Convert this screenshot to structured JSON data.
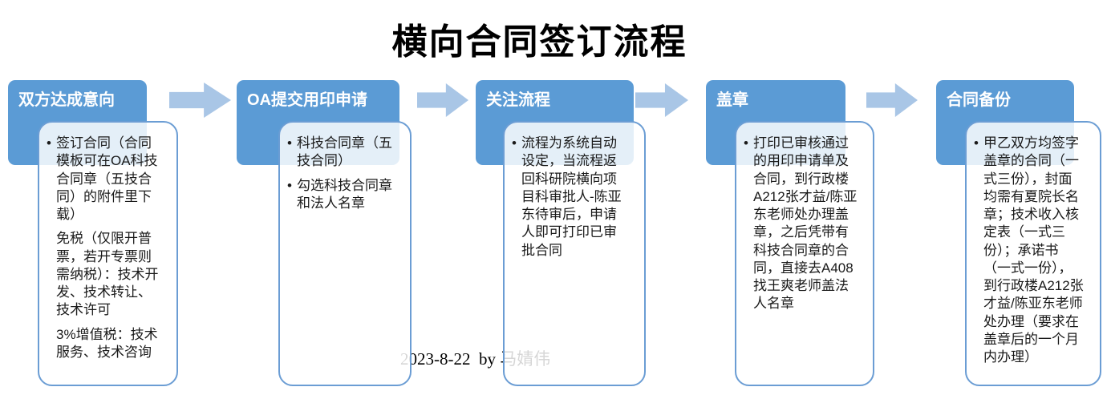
{
  "title": "横向合同签订流程",
  "footer_note": "2023-8-22  by 马婧伟",
  "colors": {
    "header-bg": "#5B9BD5",
    "header-text": "#FFFFFF",
    "body-border": "#6B9DD4",
    "arrow-fill": "#A9C6E6",
    "title-color": "#000000",
    "body-text": "#1A1A1A"
  },
  "steps": [
    {
      "label": "双方达成意向",
      "items": [
        {
          "bullet": true,
          "text": "签订合同（合同模板可在OA科技合同章（五技合同）的附件里下载）"
        },
        {
          "bullet": false,
          "text": "免税（仅限开普票，若开专票则需纳税）：技术开发、技术转让、技术许可"
        },
        {
          "bullet": false,
          "text": "3%增值税：技术服务、技术咨询"
        }
      ]
    },
    {
      "label": "OA提交用印申请",
      "items": [
        {
          "bullet": true,
          "text": "科技合同章（五技合同）"
        },
        {
          "bullet": true,
          "text": "勾选科技合同章和法人名章"
        }
      ]
    },
    {
      "label": "关注流程",
      "items": [
        {
          "bullet": true,
          "text": "流程为系统自动设定，当流程返回科研院横向项目科审批人-陈亚东待审后，申请人即可打印已审批合同"
        }
      ]
    },
    {
      "label": "盖章",
      "items": [
        {
          "bullet": true,
          "text": "打印已审核通过的用印申请单及合同，到行政楼A212张才益/陈亚东老师处办理盖章，之后凭带有科技合同章的合同，直接去A408找王爽老师盖法人名章"
        }
      ]
    },
    {
      "label": "合同备份",
      "items": [
        {
          "bullet": true,
          "text": "甲乙双方均签字盖章的合同（一式三份），封面均需有夏院长名章；技术收入核定表（一式三份）；承诺书（一式一份），到行政楼A212张才益/陈亚东老师处办理（要求在盖章后的一个月内办理）"
        }
      ]
    }
  ]
}
